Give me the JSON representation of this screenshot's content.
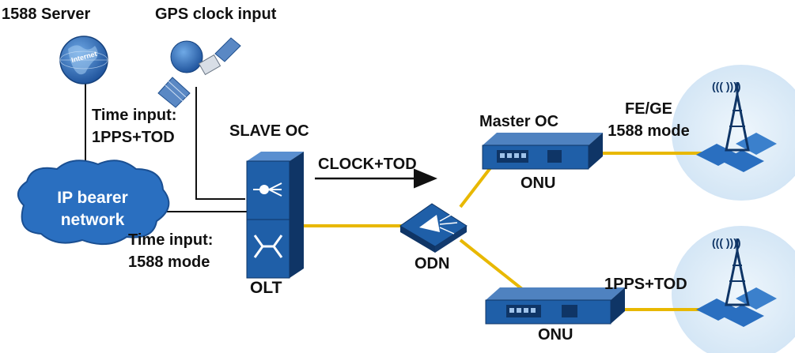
{
  "labels": {
    "server_1588": "1588 Server",
    "gps_input": "GPS clock input",
    "internet_globe_text": "Internet",
    "time_input_1pps_line1": "Time input:",
    "time_input_1pps_line2": "1PPS+TOD",
    "slave_oc": "SLAVE OC",
    "clock_tod": "CLOCK+TOD",
    "ip_bearer_line1": "IP bearer",
    "ip_bearer_line2": "network",
    "time_input_1588_line1": "Time input:",
    "time_input_1588_line2": "1588 mode",
    "olt": "OLT",
    "odn": "ODN",
    "master_oc": "Master OC",
    "onu_top": "ONU",
    "onu_bottom": "ONU",
    "fe_ge_line1": "FE/GE",
    "fe_ge_line2": "1588 mode",
    "pps_tod_bottom": "1PPS+TOD",
    "radio_symbol": "((( ))))"
  },
  "colors": {
    "device_blue": "#1f5fa8",
    "device_dark": "#123a6e",
    "cloud_blue": "#2a6fc0",
    "fiber_yellow": "#e8b800",
    "site_bubble": "#dcebf7",
    "line_black": "#111111"
  },
  "icons": [
    "globe-icon",
    "satellite-icon",
    "cloud-icon",
    "olt-chassis-icon",
    "splitter-icon",
    "onu-device-icon",
    "tower-icon"
  ]
}
